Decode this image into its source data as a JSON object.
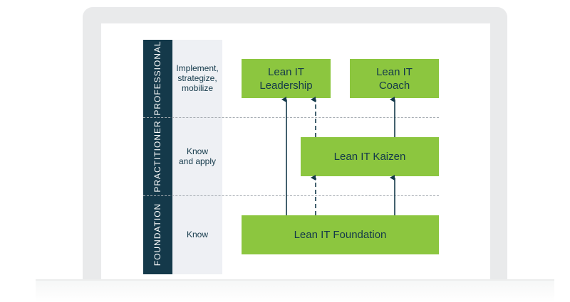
{
  "levels": [
    {
      "name": "PROFESSIONAL",
      "desc": "Implement,\nstrategize,\nmobilize"
    },
    {
      "name": "PRACTITIONER",
      "desc": "Know\nand apply"
    },
    {
      "name": "FOUNDATION",
      "desc": "Know"
    }
  ],
  "boxes": {
    "leadership": "Lean IT\nLeadership",
    "coach": "Lean IT\nCoach",
    "kaizen": "Lean IT Kaizen",
    "foundation": "Lean IT Foundation"
  },
  "colors": {
    "navy": "#14394a",
    "green": "#8cc63f",
    "light_column": "#eef0f4",
    "dashed_divider": "#a4aab0"
  }
}
